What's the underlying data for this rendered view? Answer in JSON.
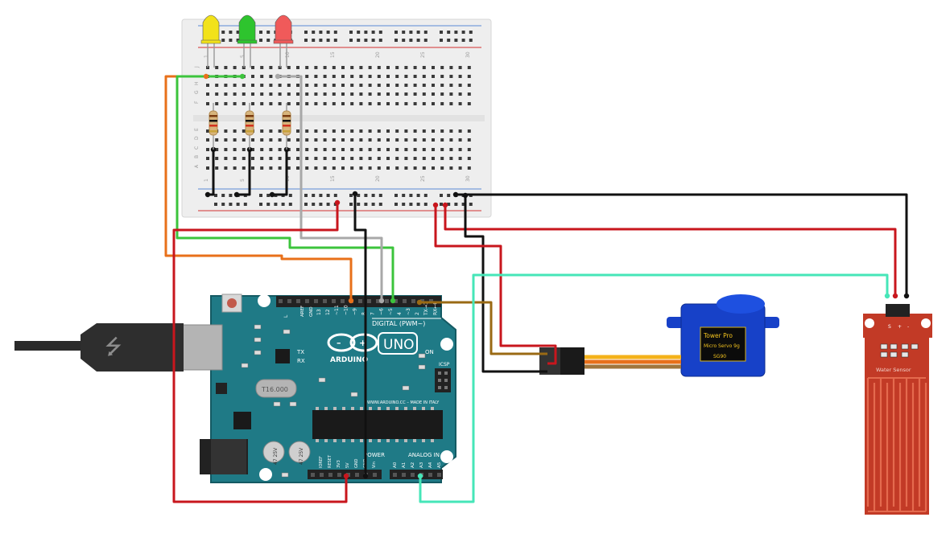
{
  "colors": {
    "wire_red": "#c8161d",
    "wire_black": "#111111",
    "wire_green": "#3cc43c",
    "wire_orange": "#e8701a",
    "wire_gray": "#a8a8a8",
    "wire_teal": "#46e6b8",
    "wire_brown": "#9a6a14",
    "board_teal": "#1f7a86",
    "breadboard": "#eeeeee",
    "servo_blue": "#1741c8",
    "sensor_red": "#c23a26"
  },
  "breadboard": {
    "row_letters_top": [
      "J",
      "I",
      "H",
      "G",
      "F"
    ],
    "row_letters_bottom": [
      "E",
      "D",
      "C",
      "B",
      "A"
    ],
    "col_numbers": [
      "1",
      "5",
      "10",
      "15",
      "20",
      "25",
      "30"
    ]
  },
  "leds": [
    {
      "name": "yellow",
      "color": "#f2e21a"
    },
    {
      "name": "green",
      "color": "#2ec42e"
    },
    {
      "name": "red",
      "color": "#f05a5a"
    }
  ],
  "arduino": {
    "logo_text": "ARDUINO",
    "model_text": "UNO",
    "digital_label": "DIGITAL (PWM~)",
    "analog_label": "ANALOG IN",
    "power_label": "POWER",
    "url_text": "WWW.ARDUINO.CC – MADE IN ITALY",
    "icsp_label": "ICSP",
    "on_label": "ON",
    "tx_label": "TX",
    "rx_label": "RX",
    "aref_label": "AREF",
    "gnd_label": "GND",
    "reset_label": "RESET",
    "crystal_text": "T16.000",
    "cap1_text": "47 25V",
    "cap2_text": "47 25V",
    "l_label": "L",
    "digital_pins": [
      "13",
      "12",
      "~11",
      "~10",
      "~9",
      "8",
      "7",
      "~6",
      "~5",
      "4",
      "~3",
      "2",
      "TX→1",
      "RX←0"
    ],
    "analog_pins": [
      "A0",
      "A1",
      "A2",
      "A3",
      "A4",
      "A5"
    ],
    "power_pins": [
      "IOREF",
      "RESET",
      "3V3",
      "5V",
      "GND",
      "GND",
      "Vin"
    ]
  },
  "servo": {
    "brand": "Tower Pro",
    "model": "Micro Servo 9g",
    "part": "SG90"
  },
  "sensor": {
    "label": "Water Sensor",
    "pins": [
      "S",
      "+",
      "-"
    ]
  }
}
